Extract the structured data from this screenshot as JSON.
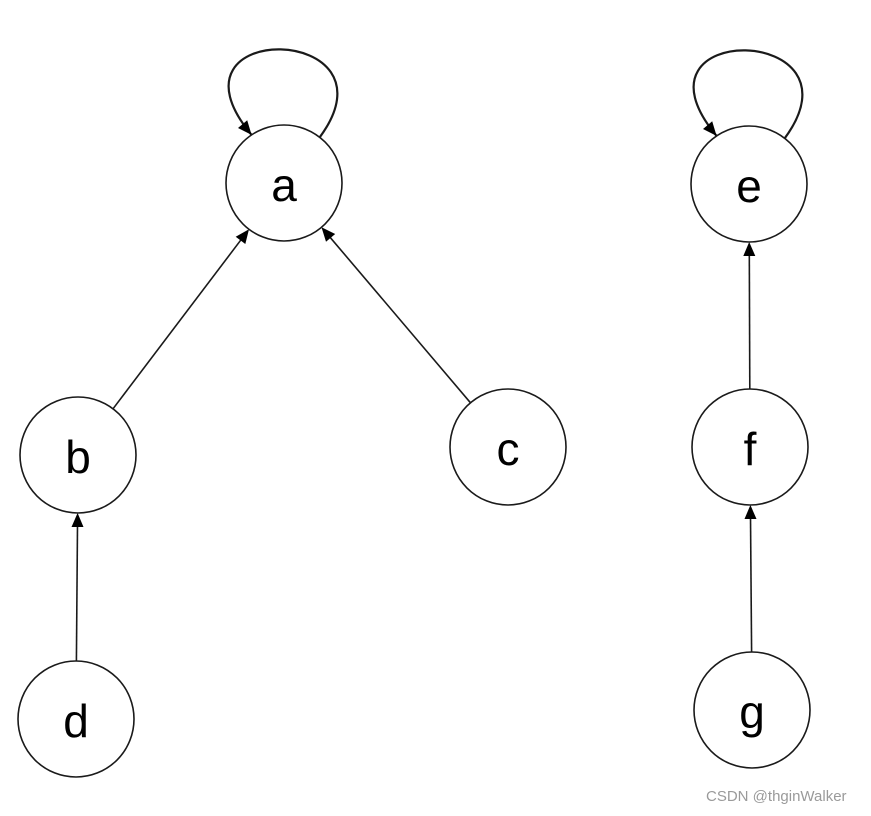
{
  "diagram": {
    "nodes": [
      {
        "id": "a",
        "label": "a"
      },
      {
        "id": "b",
        "label": "b"
      },
      {
        "id": "c",
        "label": "c"
      },
      {
        "id": "d",
        "label": "d"
      },
      {
        "id": "e",
        "label": "e"
      },
      {
        "id": "f",
        "label": "f"
      },
      {
        "id": "g",
        "label": "g"
      }
    ],
    "edges": [
      {
        "from": "a",
        "to": "a",
        "kind": "self-loop"
      },
      {
        "from": "b",
        "to": "a"
      },
      {
        "from": "c",
        "to": "a"
      },
      {
        "from": "d",
        "to": "b"
      },
      {
        "from": "e",
        "to": "e",
        "kind": "self-loop"
      },
      {
        "from": "f",
        "to": "e"
      },
      {
        "from": "g",
        "to": "f"
      }
    ],
    "colors": {
      "stroke": "#1a1a1a",
      "text": "#000000",
      "background": "#ffffff",
      "watermark": "#9a9a9a"
    }
  },
  "watermark": {
    "text": "CSDN @thginWalker"
  }
}
